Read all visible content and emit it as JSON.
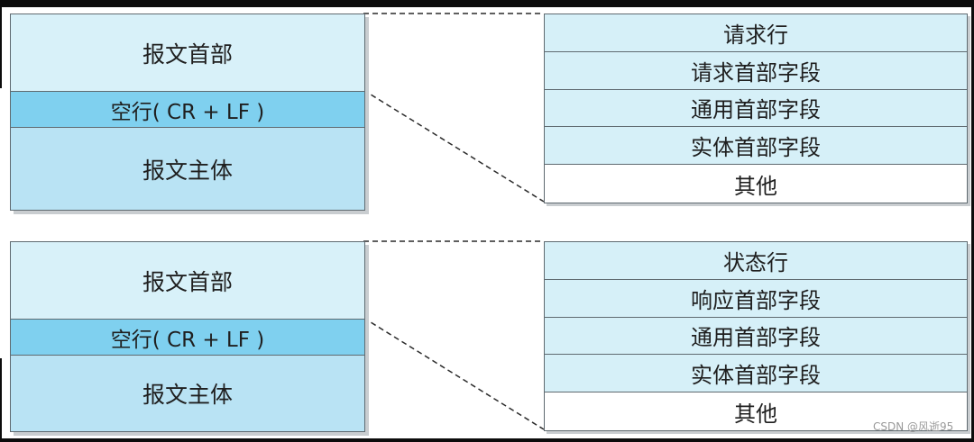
{
  "diagrams": [
    {
      "message": {
        "header": "报文首部",
        "blank_line": "空行( CR + LF )",
        "body": "报文主体"
      },
      "header_fields": [
        "请求行",
        "请求首部字段",
        "通用首部字段",
        "实体首部字段",
        "其他"
      ]
    },
    {
      "message": {
        "header": "报文首部",
        "blank_line": "空行( CR + LF )",
        "body": "报文主体"
      },
      "header_fields": [
        "状态行",
        "响应首部字段",
        "通用首部字段",
        "实体首部字段",
        "其他"
      ]
    }
  ],
  "watermark": "CSDN @风逝95",
  "colors": {
    "header_fill": "#d8f1f9",
    "blank_fill": "#7fd0ef",
    "body_fill": "#b9e3f4",
    "other_fill": "#ffffff",
    "border": "#5f6a70"
  }
}
